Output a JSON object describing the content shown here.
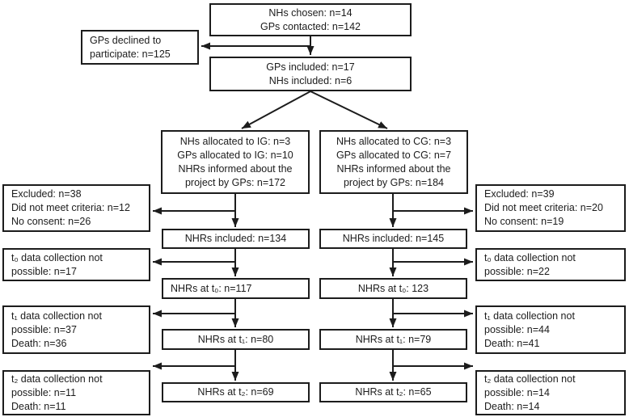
{
  "colors": {
    "line": "#1c1c1c",
    "box_background": "#ffffff",
    "page_background": "#ffffff"
  },
  "nodes": {
    "chosen": {
      "lines": [
        "NHs chosen: n=14",
        "GPs contacted: n=142"
      ]
    },
    "declined": {
      "lines": [
        "GPs declined to",
        "participate: n=125"
      ]
    },
    "gps_included": {
      "lines": [
        "GPs included: n=17",
        "NHs included: n=6"
      ]
    },
    "alloc_ig": {
      "lines": [
        "NHs allocated to IG: n=3",
        "GPs allocated to IG: n=10",
        "NHRs informed about the",
        "project by GPs: n=172"
      ]
    },
    "alloc_cg": {
      "lines": [
        "NHs allocated to CG: n=3",
        "GPs allocated to CG: n=7",
        "NHRs informed about the",
        "project by GPs: n=184"
      ]
    },
    "excluded_ig": {
      "lines": [
        "Excluded: n=38",
        "Did not meet criteria: n=12",
        "No consent: n=26"
      ]
    },
    "excluded_cg": {
      "lines": [
        "Excluded: n=39",
        "Did not meet criteria: n=20",
        "No consent: n=19"
      ]
    },
    "nhrs_included_ig": {
      "lines": [
        "NHRs included: n=134"
      ]
    },
    "nhrs_included_cg": {
      "lines": [
        "NHRs included: n=145"
      ]
    },
    "t0_not_ig": {
      "lines": [
        "t₀ data collection not",
        "possible: n=17"
      ]
    },
    "t0_not_cg": {
      "lines": [
        "t₀ data collection not",
        "possible: n=22"
      ]
    },
    "nhrs_t0_ig": {
      "lines": [
        "NHRs at t₀: n=117"
      ]
    },
    "nhrs_t0_cg": {
      "lines": [
        "NHRs at t₀: 123"
      ]
    },
    "t1_not_ig": {
      "lines": [
        "t₁ data collection not",
        "possible: n=37",
        "Death: n=36"
      ]
    },
    "t1_not_cg": {
      "lines": [
        "t₁ data collection not",
        "possible: n=44",
        "Death: n=41"
      ]
    },
    "nhrs_t1_ig": {
      "lines": [
        "NHRs at t₁: n=80"
      ]
    },
    "nhrs_t1_cg": {
      "lines": [
        "NHRs at t₁: n=79"
      ]
    },
    "t2_not_ig": {
      "lines": [
        "t₂ data collection not",
        "possible: n=11",
        "Death: n=11"
      ]
    },
    "t2_not_cg": {
      "lines": [
        "t₂ data collection not",
        "possible: n=14",
        "Death: n=14"
      ]
    },
    "nhrs_t2_ig": {
      "lines": [
        "NHRs at t₂: n=69"
      ]
    },
    "nhrs_t2_cg": {
      "lines": [
        "NHRs at t₂: n=65"
      ]
    }
  }
}
